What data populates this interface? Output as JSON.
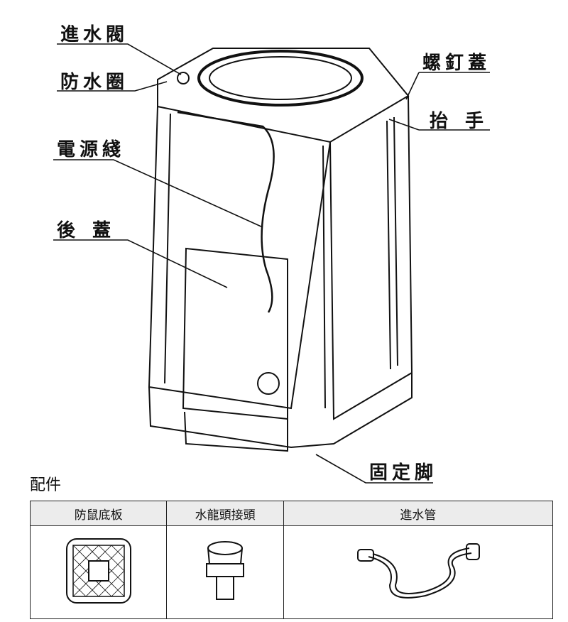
{
  "callouts": {
    "inlet_valve": "進水閥",
    "waterproof_ring": "防水圈",
    "screw_cover": "螺釘蓋",
    "handle": "抬手",
    "power_cord": "電源綫",
    "back_cover": "後蓋",
    "fixed_foot": "固定脚"
  },
  "accessories": {
    "title": "配件",
    "columns": [
      "防鼠底板",
      "水龍頭接頭",
      "進水管"
    ]
  }
}
